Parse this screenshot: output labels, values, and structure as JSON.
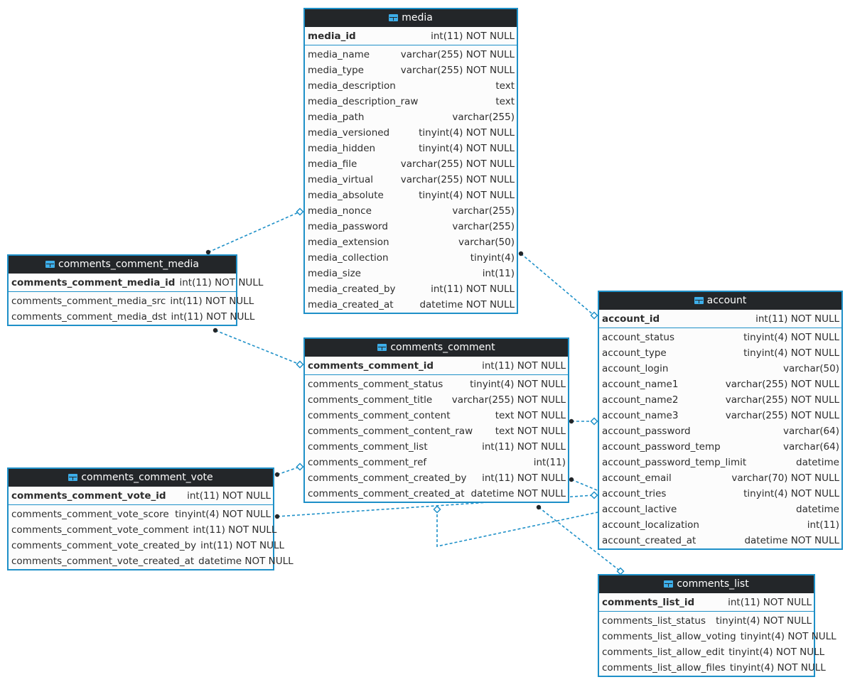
{
  "colors": {
    "border": "#1e90c8",
    "header_bg": "#232629",
    "link": "#1e90c8",
    "icon": "#3daee9"
  },
  "icons": {
    "table": "table-icon"
  },
  "entities": [
    {
      "id": "media",
      "name": "media",
      "pk": {
        "name": "media_id",
        "type": "int(11) NOT NULL"
      },
      "columns": [
        {
          "name": "media_name",
          "type": "varchar(255) NOT NULL"
        },
        {
          "name": "media_type",
          "type": "varchar(255) NOT NULL"
        },
        {
          "name": "media_description",
          "type": "text"
        },
        {
          "name": "media_description_raw",
          "type": "text"
        },
        {
          "name": "media_path",
          "type": "varchar(255)"
        },
        {
          "name": "media_versioned",
          "type": "tinyint(4) NOT NULL"
        },
        {
          "name": "media_hidden",
          "type": "tinyint(4) NOT NULL"
        },
        {
          "name": "media_file",
          "type": "varchar(255) NOT NULL"
        },
        {
          "name": "media_virtual",
          "type": "varchar(255) NOT NULL"
        },
        {
          "name": "media_absolute",
          "type": "tinyint(4) NOT NULL"
        },
        {
          "name": "media_nonce",
          "type": "varchar(255)"
        },
        {
          "name": "media_password",
          "type": "varchar(255)"
        },
        {
          "name": "media_extension",
          "type": "varchar(50)"
        },
        {
          "name": "media_collection",
          "type": "tinyint(4)"
        },
        {
          "name": "media_size",
          "type": "int(11)"
        },
        {
          "name": "media_created_by",
          "type": "int(11) NOT NULL"
        },
        {
          "name": "media_created_at",
          "type": "datetime NOT NULL"
        }
      ]
    },
    {
      "id": "comments_comment_media",
      "name": "comments_comment_media",
      "pk": {
        "name": "comments_comment_media_id",
        "type": "int(11) NOT NULL"
      },
      "columns": [
        {
          "name": "comments_comment_media_src",
          "type": "int(11) NOT NULL"
        },
        {
          "name": "comments_comment_media_dst",
          "type": "int(11) NOT NULL"
        }
      ]
    },
    {
      "id": "account",
      "name": "account",
      "pk": {
        "name": "account_id",
        "type": "int(11) NOT NULL"
      },
      "columns": [
        {
          "name": "account_status",
          "type": "tinyint(4) NOT NULL"
        },
        {
          "name": "account_type",
          "type": "tinyint(4) NOT NULL"
        },
        {
          "name": "account_login",
          "type": "varchar(50)"
        },
        {
          "name": "account_name1",
          "type": "varchar(255) NOT NULL"
        },
        {
          "name": "account_name2",
          "type": "varchar(255) NOT NULL"
        },
        {
          "name": "account_name3",
          "type": "varchar(255) NOT NULL"
        },
        {
          "name": "account_password",
          "type": "varchar(64)"
        },
        {
          "name": "account_password_temp",
          "type": "varchar(64)"
        },
        {
          "name": "account_password_temp_limit",
          "type": "datetime"
        },
        {
          "name": "account_email",
          "type": "varchar(70) NOT NULL"
        },
        {
          "name": "account_tries",
          "type": "tinyint(4) NOT NULL"
        },
        {
          "name": "account_lactive",
          "type": "datetime"
        },
        {
          "name": "account_localization",
          "type": "int(11)"
        },
        {
          "name": "account_created_at",
          "type": "datetime NOT NULL"
        }
      ]
    },
    {
      "id": "comments_comment",
      "name": "comments_comment",
      "pk": {
        "name": "comments_comment_id",
        "type": "int(11) NOT NULL"
      },
      "columns": [
        {
          "name": "comments_comment_status",
          "type": "tinyint(4) NOT NULL"
        },
        {
          "name": "comments_comment_title",
          "type": "varchar(255) NOT NULL"
        },
        {
          "name": "comments_comment_content",
          "type": "text NOT NULL"
        },
        {
          "name": "comments_comment_content_raw",
          "type": "text NOT NULL"
        },
        {
          "name": "comments_comment_list",
          "type": "int(11) NOT NULL"
        },
        {
          "name": "comments_comment_ref",
          "type": "int(11)"
        },
        {
          "name": "comments_comment_created_by",
          "type": "int(11) NOT NULL"
        },
        {
          "name": "comments_comment_created_at",
          "type": "datetime NOT NULL"
        }
      ]
    },
    {
      "id": "comments_comment_vote",
      "name": "comments_comment_vote",
      "pk": {
        "name": "comments_comment_vote_id",
        "type": "int(11) NOT NULL"
      },
      "columns": [
        {
          "name": "comments_comment_vote_score",
          "type": "tinyint(4) NOT NULL"
        },
        {
          "name": "comments_comment_vote_comment",
          "type": "int(11) NOT NULL"
        },
        {
          "name": "comments_comment_vote_created_by",
          "type": "int(11) NOT NULL"
        },
        {
          "name": "comments_comment_vote_created_at",
          "type": "datetime NOT NULL"
        }
      ]
    },
    {
      "id": "comments_list",
      "name": "comments_list",
      "pk": {
        "name": "comments_list_id",
        "type": "int(11) NOT NULL"
      },
      "columns": [
        {
          "name": "comments_list_status",
          "type": "tinyint(4) NOT NULL"
        },
        {
          "name": "comments_list_allow_voting",
          "type": "tinyint(4) NOT NULL"
        },
        {
          "name": "comments_list_allow_edit",
          "type": "tinyint(4) NOT NULL"
        },
        {
          "name": "comments_list_allow_files",
          "type": "tinyint(4) NOT NULL"
        }
      ]
    }
  ]
}
